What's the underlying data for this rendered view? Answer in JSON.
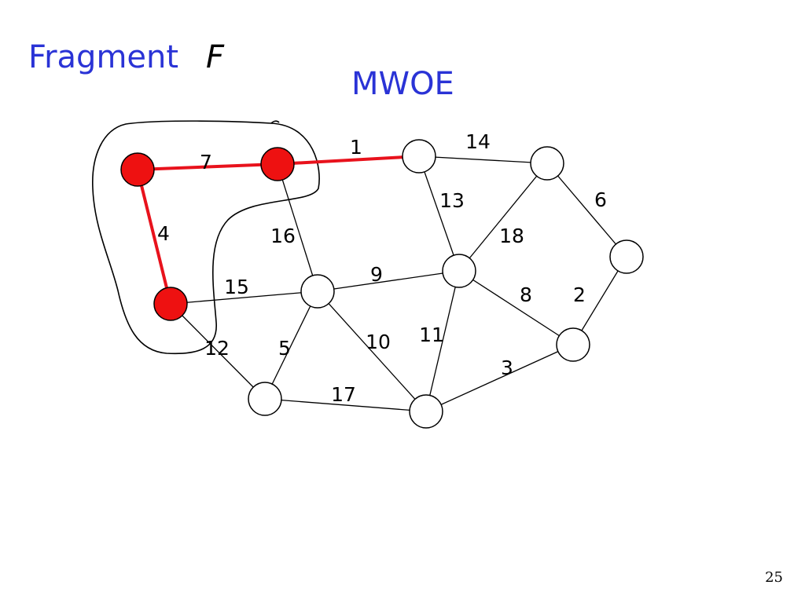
{
  "slide": {
    "title_word": "Fragment",
    "title_var": "F",
    "mwoe_label": "MWOE",
    "page_number": "25"
  },
  "colors": {
    "title": "#2a33d6",
    "fragment_edge": "#e8121c",
    "fragment_node": "#ee1111",
    "edge": "#000000",
    "node_fill": "#ffffff"
  },
  "graph": {
    "nodes": [
      {
        "id": "A",
        "in_fragment": true
      },
      {
        "id": "B",
        "in_fragment": true
      },
      {
        "id": "C",
        "in_fragment": true
      },
      {
        "id": "D",
        "in_fragment": false
      },
      {
        "id": "E",
        "in_fragment": false
      },
      {
        "id": "F",
        "in_fragment": false
      },
      {
        "id": "G",
        "in_fragment": false
      },
      {
        "id": "H",
        "in_fragment": false
      },
      {
        "id": "I",
        "in_fragment": false
      },
      {
        "id": "J",
        "in_fragment": false
      },
      {
        "id": "K",
        "in_fragment": false
      }
    ],
    "edges": [
      {
        "from": "A",
        "to": "B",
        "weight": "7",
        "fragment": true
      },
      {
        "from": "A",
        "to": "C",
        "weight": "4",
        "fragment": true
      },
      {
        "from": "B",
        "to": "D",
        "weight": "1",
        "fragment": false,
        "mwoe": true
      },
      {
        "from": "B",
        "to": "H",
        "weight": "16",
        "fragment": false
      },
      {
        "from": "C",
        "to": "H",
        "weight": "15",
        "fragment": false
      },
      {
        "from": "C",
        "to": "J",
        "weight": "12",
        "fragment": false
      },
      {
        "from": "D",
        "to": "E",
        "weight": "14",
        "fragment": false
      },
      {
        "from": "D",
        "to": "G",
        "weight": "13",
        "fragment": false
      },
      {
        "from": "E",
        "to": "F",
        "weight": "6",
        "fragment": false
      },
      {
        "from": "E",
        "to": "G",
        "weight": "18",
        "fragment": false
      },
      {
        "from": "F",
        "to": "I",
        "weight": "2",
        "fragment": false
      },
      {
        "from": "G",
        "to": "H",
        "weight": "9",
        "fragment": false
      },
      {
        "from": "G",
        "to": "I",
        "weight": "8",
        "fragment": false
      },
      {
        "from": "G",
        "to": "K",
        "weight": "11",
        "fragment": false
      },
      {
        "from": "H",
        "to": "J",
        "weight": "5",
        "fragment": false
      },
      {
        "from": "H",
        "to": "K",
        "weight": "10",
        "fragment": false
      },
      {
        "from": "I",
        "to": "K",
        "weight": "3",
        "fragment": false
      },
      {
        "from": "J",
        "to": "K",
        "weight": "17",
        "fragment": false
      }
    ]
  }
}
